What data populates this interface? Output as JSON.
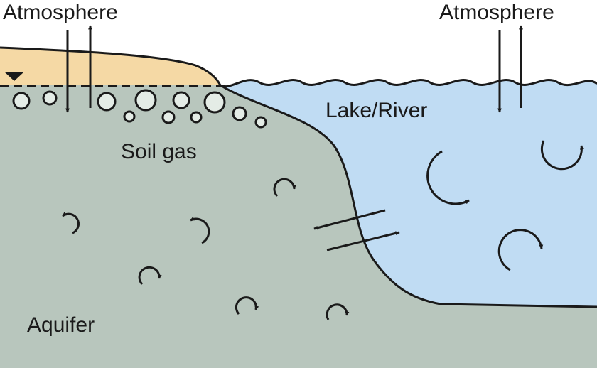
{
  "labels": {
    "atmosphere_left": "Atmosphere",
    "atmosphere_right": "Atmosphere",
    "lake_river": "Lake/River",
    "soil_gas": "Soil gas",
    "aquifer": "Aquifer"
  },
  "colors": {
    "aquifer": "#b8c6bd",
    "water": "#c0dcf3",
    "soil_surface": "#f5d9a5",
    "bubble_fill": "#e4ece6",
    "stroke": "#1a1a1a"
  },
  "icons": [
    "water-table-marker-icon",
    "arrow-icon",
    "circulation-arrow-icon",
    "gas-bubble-icon"
  ]
}
